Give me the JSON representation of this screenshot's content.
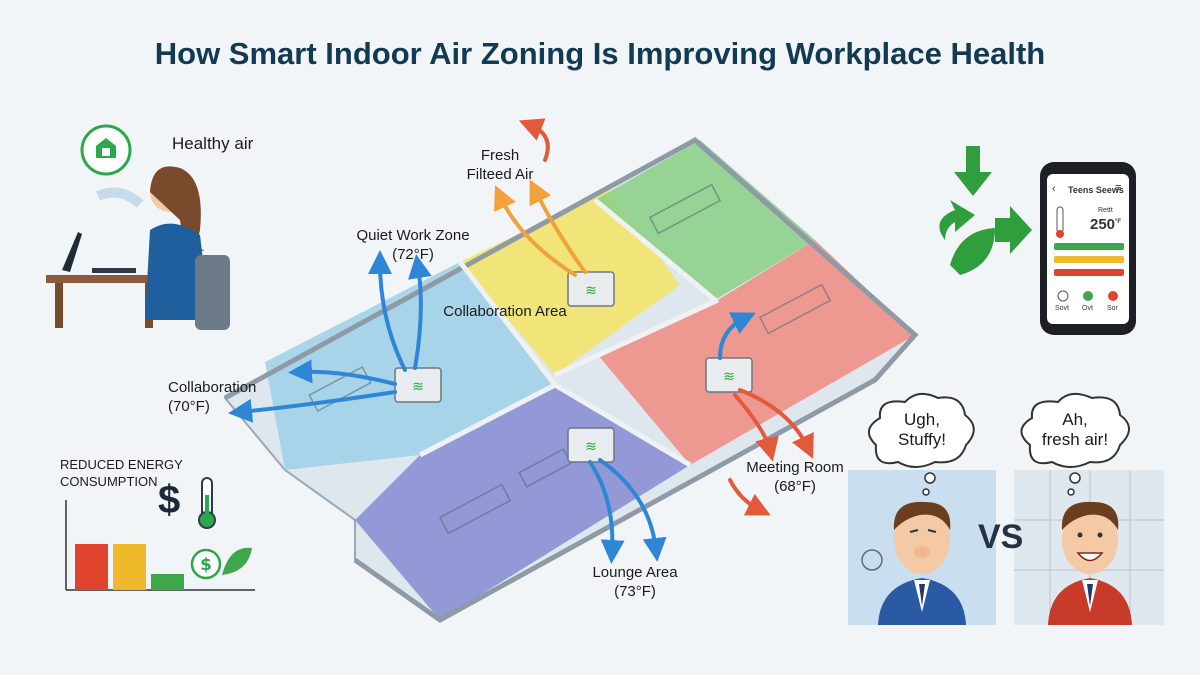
{
  "title": "How Smart Indoor Air Zoning Is Improving Workplace Health",
  "healthy_air": "Healthy air",
  "fresh_air": "Fresh\nFilteed Air",
  "zones": {
    "quiet": "Quiet Work Zone\n(72°F)",
    "collab_area": "Collaboration Area",
    "collab_left": "Collaboration\n(70°F)",
    "meeting": "Meeting Room\n(68°F)",
    "lounge": "Lounge Area\n(73°F)"
  },
  "energy": {
    "label": "REDUCED ENERGY\nCONSUMPTION",
    "dollar": "$",
    "bars": [
      {
        "level": 1.0,
        "color": "#e0442f"
      },
      {
        "level": 1.0,
        "color": "#efb92b"
      },
      {
        "level": 0.35,
        "color": "#3ea64b"
      }
    ]
  },
  "comparison": {
    "bad_bubble": "Ugh,\nStuffy!",
    "good_bubble": "Ah,\nfresh air!",
    "vs": "VS"
  },
  "phone": {
    "header": "Teens Seews",
    "value": "250",
    "value_unit": "°F",
    "small": "Rettt",
    "buttons": [
      "Sovt",
      "Ovt",
      "Sor"
    ]
  },
  "colors": {
    "blue_zone": "#9fd0e8",
    "yellow_zone": "#f3e36b",
    "green_zone": "#8fd08a",
    "red_zone": "#f08a7f",
    "purple_zone": "#8b8fd4",
    "airflow_blue": "#2f86d6",
    "airflow_red": "#e35a3b",
    "title": "#123a52"
  }
}
